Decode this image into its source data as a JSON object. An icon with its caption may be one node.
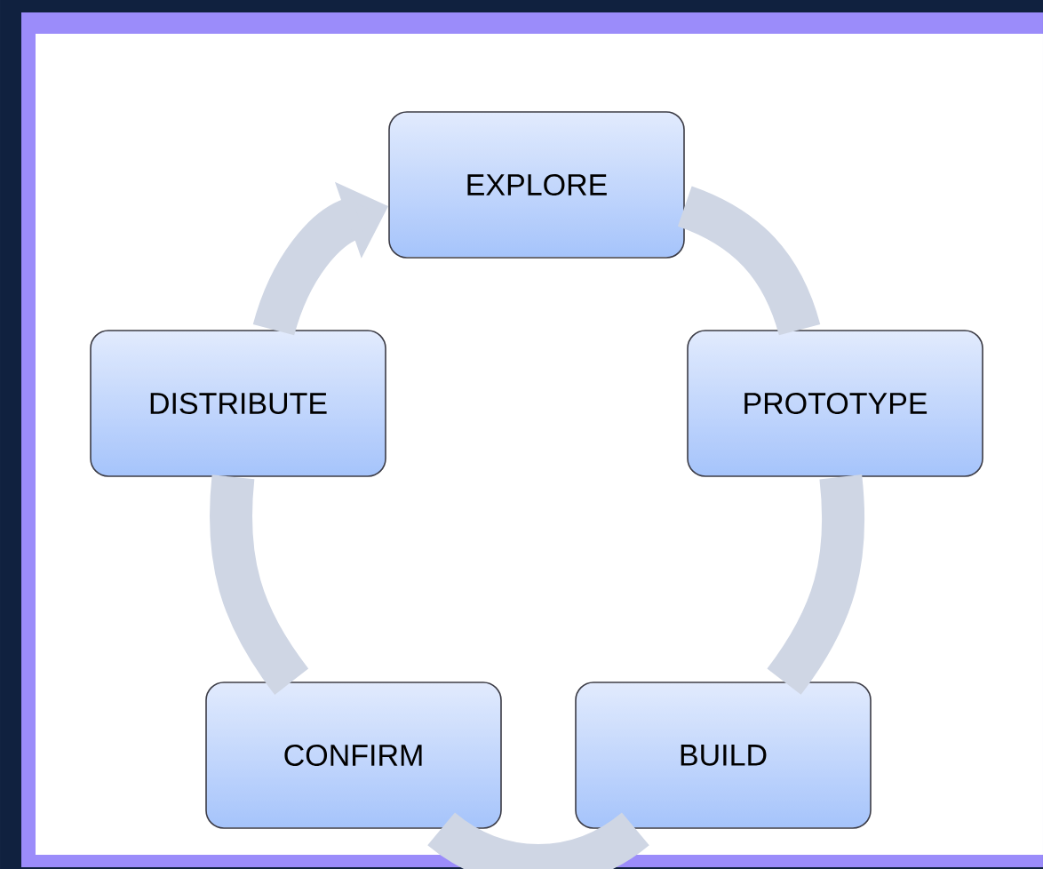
{
  "diagram": {
    "nodes": [
      {
        "text": [
          "EXPLORE"
        ]
      },
      {
        "text": [
          "PROTOTYPE"
        ]
      },
      {
        "text": [
          "BUILD"
        ]
      },
      {
        "text": [
          "CONFIRM"
        ]
      },
      {
        "text": [
          "DISTRIBUTE"
        ]
      }
    ],
    "edges": [
      {
        "from": 0,
        "to": 1,
        "arrow": "none"
      },
      {
        "from": 1,
        "to": 2,
        "arrow": "none"
      },
      {
        "from": 2,
        "to": 3,
        "arrow": "none"
      },
      {
        "from": 3,
        "to": 4,
        "arrow": "none"
      },
      {
        "from": 4,
        "to": 0,
        "arrow": "to"
      }
    ]
  }
}
